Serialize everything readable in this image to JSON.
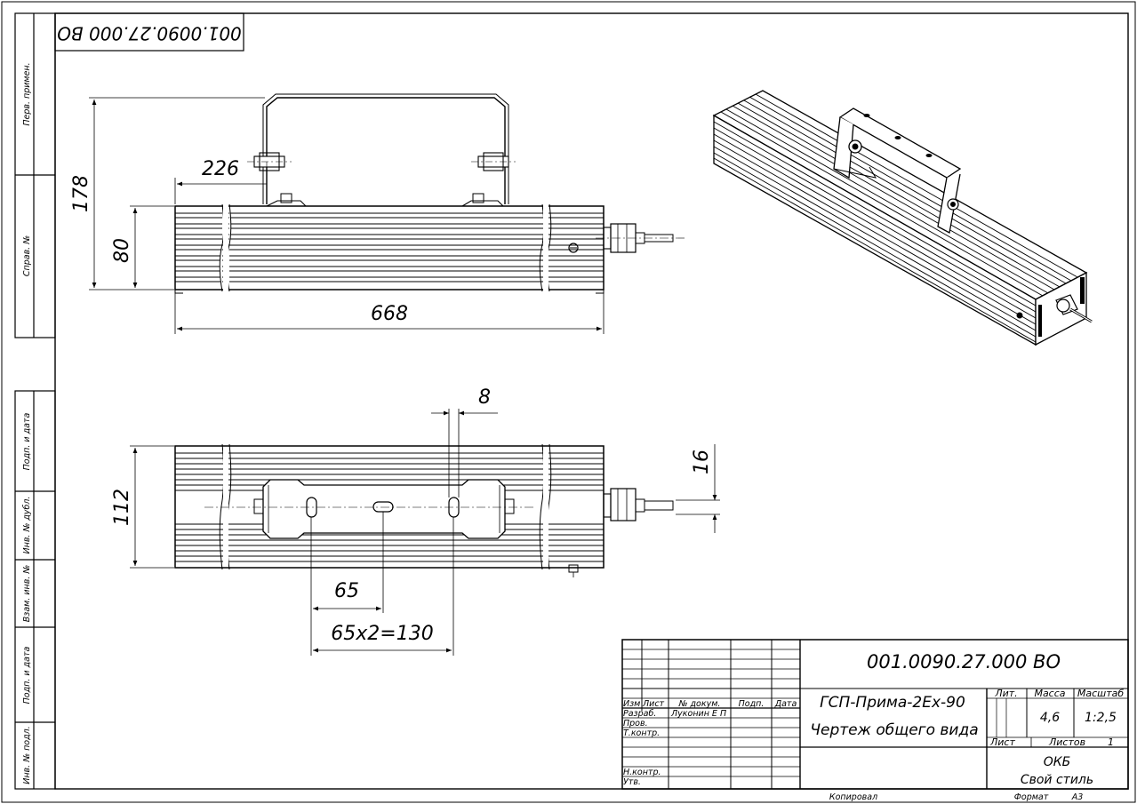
{
  "stamp": "001.0090.27.000 ВО",
  "side_labels": [
    "Перв. примен.",
    "Справ. №",
    "Подп. и дата",
    "Инв. № дубл.",
    "Взам. инв. №",
    "Подп. и дата",
    "Инв. № подл."
  ],
  "dimensions": {
    "top_view": {
      "height_total": "178",
      "height_body": "80",
      "offset": "226",
      "length": "668"
    },
    "bottom_view": {
      "width": "112",
      "slot": "8",
      "cable_offset": "16",
      "pitch": "65",
      "pitch_total": "65x2=130"
    }
  },
  "title_block": {
    "designation": "001.0090.27.000 ВО",
    "product_name": "ГСП-Прима-2Ex-90",
    "doc_name": "Чертеж общего вида",
    "col_headers": [
      "Изм",
      "Лист",
      "№ докум.",
      "Подп.",
      "Дата"
    ],
    "roles": [
      "Разраб.",
      "Пров.",
      "Т.контр.",
      "",
      "Н.контр.",
      "Утв."
    ],
    "developer": "Луконин Е П",
    "lit_label": "Лит.",
    "mass_label": "Масса",
    "scale_label": "Масштаб",
    "mass": "4,6",
    "scale": "1:2,5",
    "sheet_label": "Лист",
    "sheets_label": "Листов",
    "sheets": "1",
    "org_line1": "ОКБ",
    "org_line2": "Свой стиль",
    "copied": "Копировал",
    "format_label": "Формат",
    "format": "А3"
  }
}
